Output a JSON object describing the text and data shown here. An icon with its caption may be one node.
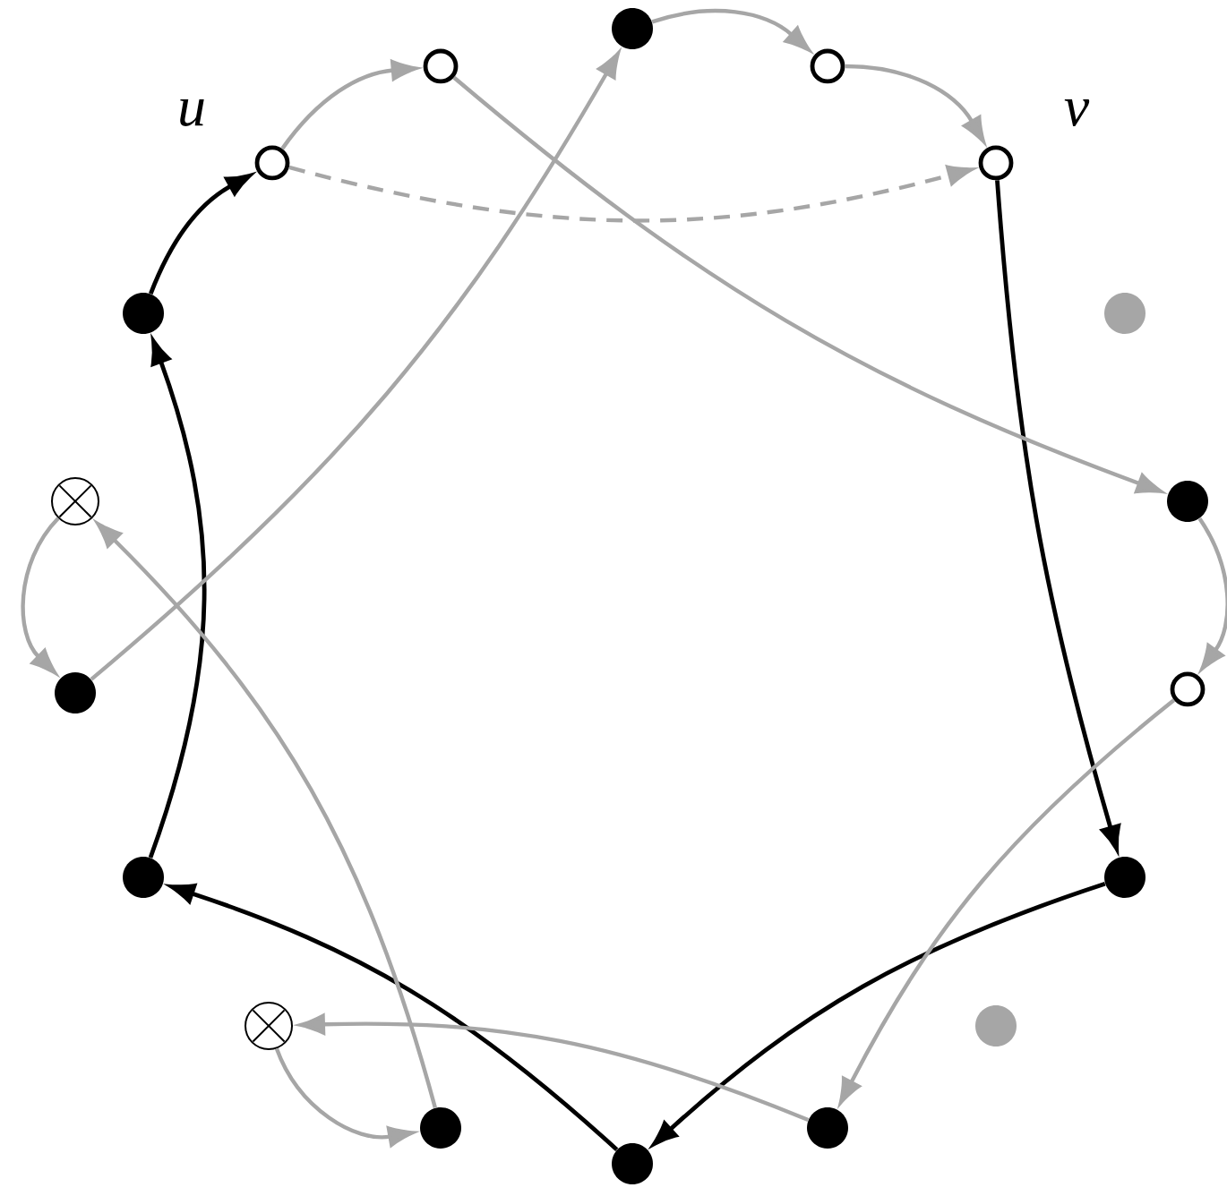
{
  "diagram": {
    "nodes": [
      {
        "text": [],
        "shape": "circle",
        "beside": [
          "u"
        ]
      },
      {
        "text": [],
        "shape": "circle"
      },
      {
        "text": [],
        "shape": "dot"
      },
      {
        "text": [],
        "shape": "circle"
      },
      {
        "text": [],
        "shape": "circle",
        "beside": [
          "v"
        ]
      },
      {
        "text": [],
        "shape": "dot"
      },
      {
        "text": [],
        "shape": "dot"
      },
      {
        "text": [],
        "shape": "circle"
      },
      {
        "text": [],
        "shape": "dot"
      },
      {
        "text": [],
        "shape": "dot"
      },
      {
        "text": [],
        "shape": "dot"
      },
      {
        "text": [],
        "shape": "dot"
      },
      {
        "text": [],
        "shape": "dot"
      },
      {
        "text": [],
        "shape": "crossed-circle"
      },
      {
        "text": [],
        "shape": "dot"
      },
      {
        "text": [],
        "shape": "dot"
      },
      {
        "text": [],
        "shape": "crossed-circle"
      },
      {
        "text": [],
        "shape": "dot"
      }
    ],
    "edges": [
      {
        "from": 0,
        "to": 1,
        "arrow": "to"
      },
      {
        "from": 0,
        "to": 4,
        "arrow": "to",
        "style": "dashed"
      },
      {
        "from": 2,
        "to": 3,
        "arrow": "to"
      },
      {
        "from": 3,
        "to": 4,
        "arrow": "to"
      },
      {
        "from": 4,
        "to": 8,
        "arrow": "to",
        "color": "#000000"
      },
      {
        "from": 8,
        "to": 11,
        "arrow": "to",
        "color": "#000000"
      },
      {
        "from": 11,
        "to": 14,
        "arrow": "to",
        "color": "#000000"
      },
      {
        "from": 14,
        "to": 17,
        "arrow": "to",
        "color": "#000000"
      },
      {
        "from": 17,
        "to": 0,
        "arrow": "to",
        "color": "#000000"
      },
      {
        "from": 1,
        "to": 6,
        "arrow": "to"
      },
      {
        "from": 6,
        "to": 7,
        "arrow": "to"
      },
      {
        "from": 7,
        "to": 10,
        "arrow": "to"
      },
      {
        "from": 10,
        "to": 13,
        "arrow": "to"
      },
      {
        "from": 13,
        "to": 12,
        "arrow": "to"
      },
      {
        "from": 12,
        "to": 16,
        "arrow": "to"
      },
      {
        "from": 16,
        "to": 15,
        "arrow": "to"
      },
      {
        "from": 15,
        "to": 2,
        "arrow": "to"
      }
    ]
  }
}
